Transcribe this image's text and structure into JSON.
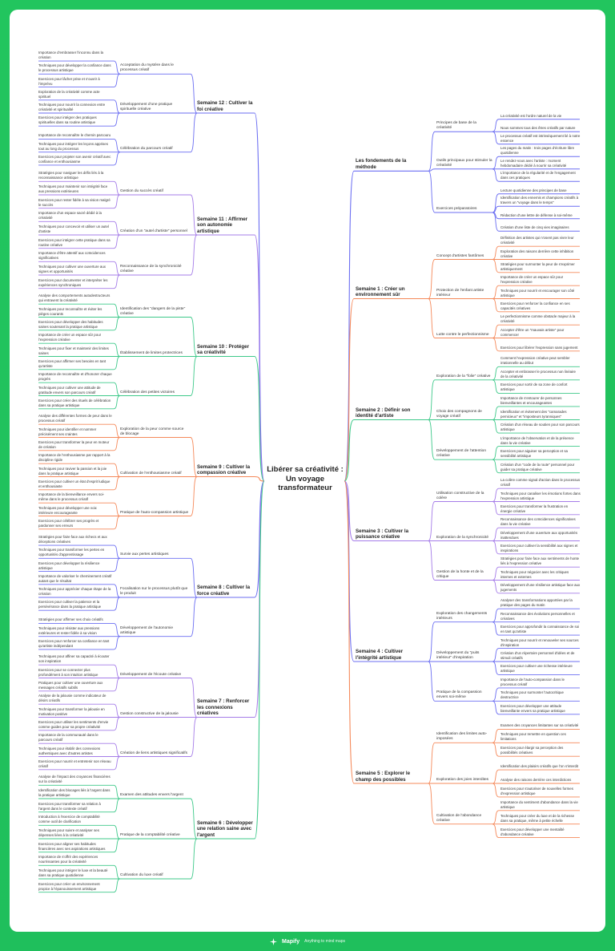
{
  "title": [
    "Libérer sa créativité :",
    "Un voyage",
    "transformateur"
  ],
  "footer": {
    "brand": "Mapify",
    "tagline": "Anything to mind maps",
    "logo_icon": "mapify-spark-icon",
    "background": "#22c55e"
  },
  "left_branches": [
    {
      "label": "Semaine 12 : Cultiver la foi créative",
      "color": "#6b6ef2",
      "subtopics": [
        {
          "label": "Acceptation du mystère dans le processus créatif",
          "leaves": [
            "Importance d'embrasser l'inconnu dans la création",
            "Techniques pour développer la confiance dans le processus artistique",
            "Exercices pour lâcher prise et s'ouvrir à l'imprévu"
          ]
        },
        {
          "label": "Développement d'une pratique spirituelle créative",
          "leaves": [
            "Exploration de la créativité comme acte spirituel",
            "Techniques pour nourrir la connexion entre créativité et spiritualité",
            "Exercices pour intégrer des pratiques spirituelles dans sa routine artistique"
          ]
        },
        {
          "label": "Célébration du parcours créatif",
          "leaves": [
            "Importance de reconnaître le chemin parcouru",
            "Techniques pour intégrer les leçons apprises tout au long du processus",
            "Exercices pour projeter son avenir créatif avec confiance et enthousiasme"
          ]
        }
      ]
    },
    {
      "label": "Semaine 11 : Affirmer son autonomie artistique",
      "color": "#a57ce8",
      "subtopics": [
        {
          "label": "Gestion du succès créatif",
          "leaves": [
            "Stratégies pour naviguer les défis liés à la reconnaissance artistique",
            "Techniques pour maintenir son intégrité face aux pressions extérieures",
            "Exercices pour rester fidèle à sa vision malgré le succès"
          ]
        },
        {
          "label": "Création d'un \"autel d'artiste\" personnel",
          "leaves": [
            "Importance d'un espace sacré dédié à la créativité",
            "Techniques pour concevoir et utiliser un autel d'artiste",
            "Exercices pour intégrer cette pratique dans sa routine créative"
          ]
        },
        {
          "label": "Reconnaissance de la synchronicité créative",
          "leaves": [
            "Importance d'être attentif aux coïncidences significatives",
            "Techniques pour cultiver une ouverture aux signes et opportunités",
            "Exercices pour documenter et interpréter les expériences synchroniques"
          ]
        }
      ]
    },
    {
      "label": "Semaine 10 : Protéger sa créativité",
      "color": "#3ec98a",
      "subtopics": [
        {
          "label": "Identification des \"dangers de la piste\" créative",
          "leaves": [
            "Analyse des comportements autodestructeurs qui entravent la créativité",
            "Techniques pour reconnaître et éviter les pièges courants",
            "Exercices pour développer des habitudes saines soutenant la pratique artistique"
          ]
        },
        {
          "label": "Établissement de limites protectrices",
          "leaves": [
            "Importance de créer un espace sûr pour l'expression créative",
            "Techniques pour fixer et maintenir des limites saines",
            "Exercices pour affirmer ses besoins en tant qu'artiste"
          ]
        },
        {
          "label": "Célébration des petites victoires",
          "leaves": [
            "Importance de reconnaître et d'honorer chaque progrès",
            "Techniques pour cultiver une attitude de gratitude envers son parcours créatif",
            "Exercices pour créer des rituels de célébration dans sa pratique artistique"
          ]
        }
      ]
    },
    {
      "label": "Semaine 9 : Cultiver la compassion créative",
      "color": "#f5895a",
      "subtopics": [
        {
          "label": "Exploration de la peur comme source de blocage",
          "leaves": [
            "Analyse des différentes formes de peur dans le processus créatif",
            "Techniques pour identifier et nommer précisément ses craintes",
            "Exercices pour transformer la peur en moteur de création"
          ]
        },
        {
          "label": "Cultivation de l'enthousiasme créatif",
          "leaves": [
            "Importance de l'enthousiasme par rapport à la discipline rigide",
            "Techniques pour raviver la passion et la joie dans la pratique artistique",
            "Exercices pour cultiver un état d'esprit ludique et enthousiaste"
          ]
        },
        {
          "label": "Pratique de l'auto-compassion artistique",
          "leaves": [
            "Importance de la bienveillance envers soi-même dans le processus créatif",
            "Techniques pour développer une voix intérieure encourageante",
            "Exercices pour célébrer ses progrès et pardonner ses erreurs"
          ]
        }
      ]
    },
    {
      "label": "Semaine 8 : Cultiver la force créative",
      "color": "#6b6ef2",
      "subtopics": [
        {
          "label": "Survie aux pertes artistiques",
          "leaves": [
            "Stratégies pour faire face aux échecs et aux déceptions créatives",
            "Techniques pour transformer les pertes en opportunités d'apprentissage",
            "Exercices pour développer la résilience artistique"
          ]
        },
        {
          "label": "Focalisation sur le processus plutôt que le produit",
          "leaves": [
            "Importance de valoriser le cheminement créatif autant que le résultat",
            "Techniques pour apprécier chaque étape de la création",
            "Exercices pour cultiver la patience et la persévérance dans la pratique artistique"
          ]
        },
        {
          "label": "Développement de l'autonomie artistique",
          "leaves": [
            "Stratégies pour affirmer ses choix créatifs",
            "Techniques pour résister aux pressions extérieures et rester fidèle à sa vision",
            "Exercices pour renforcer sa confiance en tant qu'artiste indépendant"
          ]
        }
      ]
    },
    {
      "label": "Semaine 7 : Renforcer les connexions créatives",
      "color": "#a57ce8",
      "subtopics": [
        {
          "label": "Développement de l'écoute créative",
          "leaves": [
            "Techniques pour affiner sa capacité à écouter son inspiration",
            "Exercices pour se connecter plus profondément à son intuition artistique",
            "Pratiques pour cultiver une ouverture aux messages créatifs subtils"
          ]
        },
        {
          "label": "Gestion constructive de la jalousie",
          "leaves": [
            "Analyse de la jalousie comme indicateur de désirs créatifs",
            "Techniques pour transformer la jalousie en motivation positive",
            "Exercices pour utiliser les sentiments d'envie comme guides pour sa propre créativité"
          ]
        },
        {
          "label": "Création de liens artistiques significatifs",
          "leaves": [
            "Importance de la communauté dans le parcours créatif",
            "Techniques pour établir des connexions authentiques avec d'autres artistes",
            "Exercices pour nourrir et entretenir son réseau créatif"
          ]
        }
      ]
    },
    {
      "label": "Semaine 6 : Développer une relation saine avec l'argent",
      "color": "#3ec98a",
      "subtopics": [
        {
          "label": "Examen des attitudes envers l'argent",
          "leaves": [
            "Analyse de l'impact des croyances financières sur la créativité",
            "Identification des blocages liés à l'argent dans la pratique artistique",
            "Exercices pour transformer sa relation à l'argent dans le contexte créatif"
          ]
        },
        {
          "label": "Pratique de la comptabilité créative",
          "leaves": [
            "Introduction à l'exercice de comptabilité comme outil de clarification",
            "Techniques pour suivre et analyser ses dépenses liées à la créativité",
            "Exercices pour aligner ses habitudes financières avec ses aspirations artistiques"
          ]
        },
        {
          "label": "Cultivation du luxe créatif",
          "leaves": [
            "Importance de s'offrir des expériences nourrissantes pour la créativité",
            "Techniques pour intégrer le luxe et la beauté dans sa pratique quotidienne",
            "Exercices pour créer un environnement propice à l'épanouissement artistique"
          ]
        }
      ]
    }
  ],
  "right_branches": [
    {
      "label": "Les fondements de la méthode",
      "color": "#6b6ef2",
      "subtopics": [
        {
          "label": "Principes de base de la créativité",
          "leaves": [
            "La créativité est l'ordre naturel de la vie",
            "Nous sommes tous des êtres créatifs par nature",
            "Le processus créatif est intrinsèquement lié à notre essence"
          ]
        },
        {
          "label": "Outils principaux pour stimuler la créativité",
          "leaves": [
            "Les pages du matin : trois pages d'écriture libre quotidienne",
            "Le rendez-vous avec l'artiste : moment hebdomadaire dédié à nourrir sa créativité",
            "L'importance de la régularité et de l'engagement dans ces pratiques"
          ]
        },
        {
          "label": "Exercices préparatoires",
          "leaves": [
            "Lecture quotidienne des principes de base",
            "Identification des ennemis et champions créatifs à travers un \"voyage dans le temps\"",
            "Rédaction d'une lettre de défense à soi-même",
            "Création d'une liste de cinq vies imaginaires"
          ]
        }
      ]
    },
    {
      "label": "Semaine 1 : Créer un environnement sûr",
      "color": "#f5895a",
      "subtopics": [
        {
          "label": "Concept d'artistes fantômes",
          "leaves": [
            "Définition des artistes qui n'osent pas vivre leur créativité",
            "Exploration des raisons derrière cette inhibition créative",
            "Stratégies pour surmonter la peur de s'exprimer artistiquement"
          ]
        },
        {
          "label": "Protection de l'enfant artiste intérieur",
          "leaves": [
            "Importance de créer un espace sûr pour l'expression créative",
            "Techniques pour nourrir et encourager son côté artistique",
            "Exercices pour renforcer la confiance en ses capacités créatives"
          ]
        },
        {
          "label": "Lutte contre le perfectionnisme",
          "leaves": [
            "Le perfectionnisme comme obstacle majeur à la créativité",
            "Accepter d'être un \"mauvais artiste\" pour commencer",
            "Exercices pour libérer l'expression sans jugement"
          ]
        }
      ]
    },
    {
      "label": "Semaine 2 : Définir son identité d'artiste",
      "color": "#3ec98a",
      "subtopics": [
        {
          "label": "Exploration de la \"folie\" créative",
          "leaves": [
            "Comment l'expression créative peut sembler irrationnelle au début",
            "Accepter et embrasser le processus non linéaire de la créativité",
            "Exercices pour sortir de sa zone de confort artistique"
          ]
        },
        {
          "label": "Choix des compagnons de voyage créatif",
          "leaves": [
            "Importance de s'entourer de personnes bienveillantes et encourageantes",
            "Identification et évitement des \"camarades pernicieux\" et \"imposteurs tyranniques\"",
            "Création d'un réseau de soutien pour son parcours artistique"
          ]
        },
        {
          "label": "Développement de l'attention créative",
          "leaves": [
            "L'importance de l'observation et de la présence dans la vie créative",
            "Exercices pour aiguiser sa perception et sa sensibilité artistique",
            "Création d'un \"code de la route\" personnel pour guider sa pratique créative"
          ]
        }
      ]
    },
    {
      "label": "Semaine 3 : Cultiver la puissance créative",
      "color": "#a57ce8",
      "subtopics": [
        {
          "label": "Utilisation constructive de la colère",
          "leaves": [
            "La colère comme signal d'action dans le processus créatif",
            "Techniques pour canaliser les émotions fortes dans l'expression artistique",
            "Exercices pour transformer la frustration en énergie créative"
          ]
        },
        {
          "label": "Exploration de la synchronicité",
          "leaves": [
            "Reconnaissance des coïncidences significatives dans la vie créative",
            "Développement d'une ouverture aux opportunités inattendues",
            "Exercices pour cultiver la sensibilité aux signes et inspirations"
          ]
        },
        {
          "label": "Gestion de la honte et de la critique",
          "leaves": [
            "Stratégies pour faire face aux sentiments de honte liés à l'expression créative",
            "Techniques pour négocier avec les critiques internes et externes",
            "Développement d'une résilience artistique face aux jugements"
          ]
        }
      ]
    },
    {
      "label": "Semaine 4 : Cultiver l'intégrité artistique",
      "color": "#6b6ef2",
      "subtopics": [
        {
          "label": "Exploration des changements intérieurs",
          "leaves": [
            "Analyser des transformations apportées par la pratique des pages du matin",
            "Reconnaissance des évolutions personnelles et créatives",
            "Exercices pour approfondir la connaissance de soi en tant qu'artiste"
          ]
        },
        {
          "label": "Développement du \"puits intérieur\" d'inspiration",
          "leaves": [
            "Techniques pour nourrir et renouveler ses sources d'inspiration",
            "Création d'un répertoire personnel d'idées et de stimuli créatifs",
            "Exercices pour cultiver une richesse intérieure artistique"
          ]
        },
        {
          "label": "Pratique de la compassion envers soi-même",
          "leaves": [
            "Importance de l'auto-compassion dans le processus créatif",
            "Techniques pour surmonter l'autocritique destructrice",
            "Exercices pour développer une attitude bienveillante envers sa pratique artistique"
          ]
        }
      ]
    },
    {
      "label": "Semaine 5 : Explorer le champ des possibles",
      "color": "#f5895a",
      "subtopics": [
        {
          "label": "Identification des limites auto-imposées",
          "leaves": [
            "Examen des croyances limitantes sur sa créativité",
            "Techniques pour remettre en question ces limitations",
            "Exercices pour élargir sa perception des possibilités créatives"
          ]
        },
        {
          "label": "Exploration des joies interdites",
          "leaves": [
            "Identification des plaisirs créatifs que l'on s'interdit",
            "Analyse des raisons derrière ces interdictions",
            "Exercices pour s'autoriser de nouvelles formes d'expression artistique"
          ]
        },
        {
          "label": "Cultivation de l'abondance créative",
          "leaves": [
            "Importance du sentiment d'abondance dans la vie artistique",
            "Techniques pour créer du luxe et de la richesse dans sa pratique, même à petite échelle",
            "Exercices pour développer une mentalité d'abondance créative"
          ]
        }
      ]
    }
  ]
}
